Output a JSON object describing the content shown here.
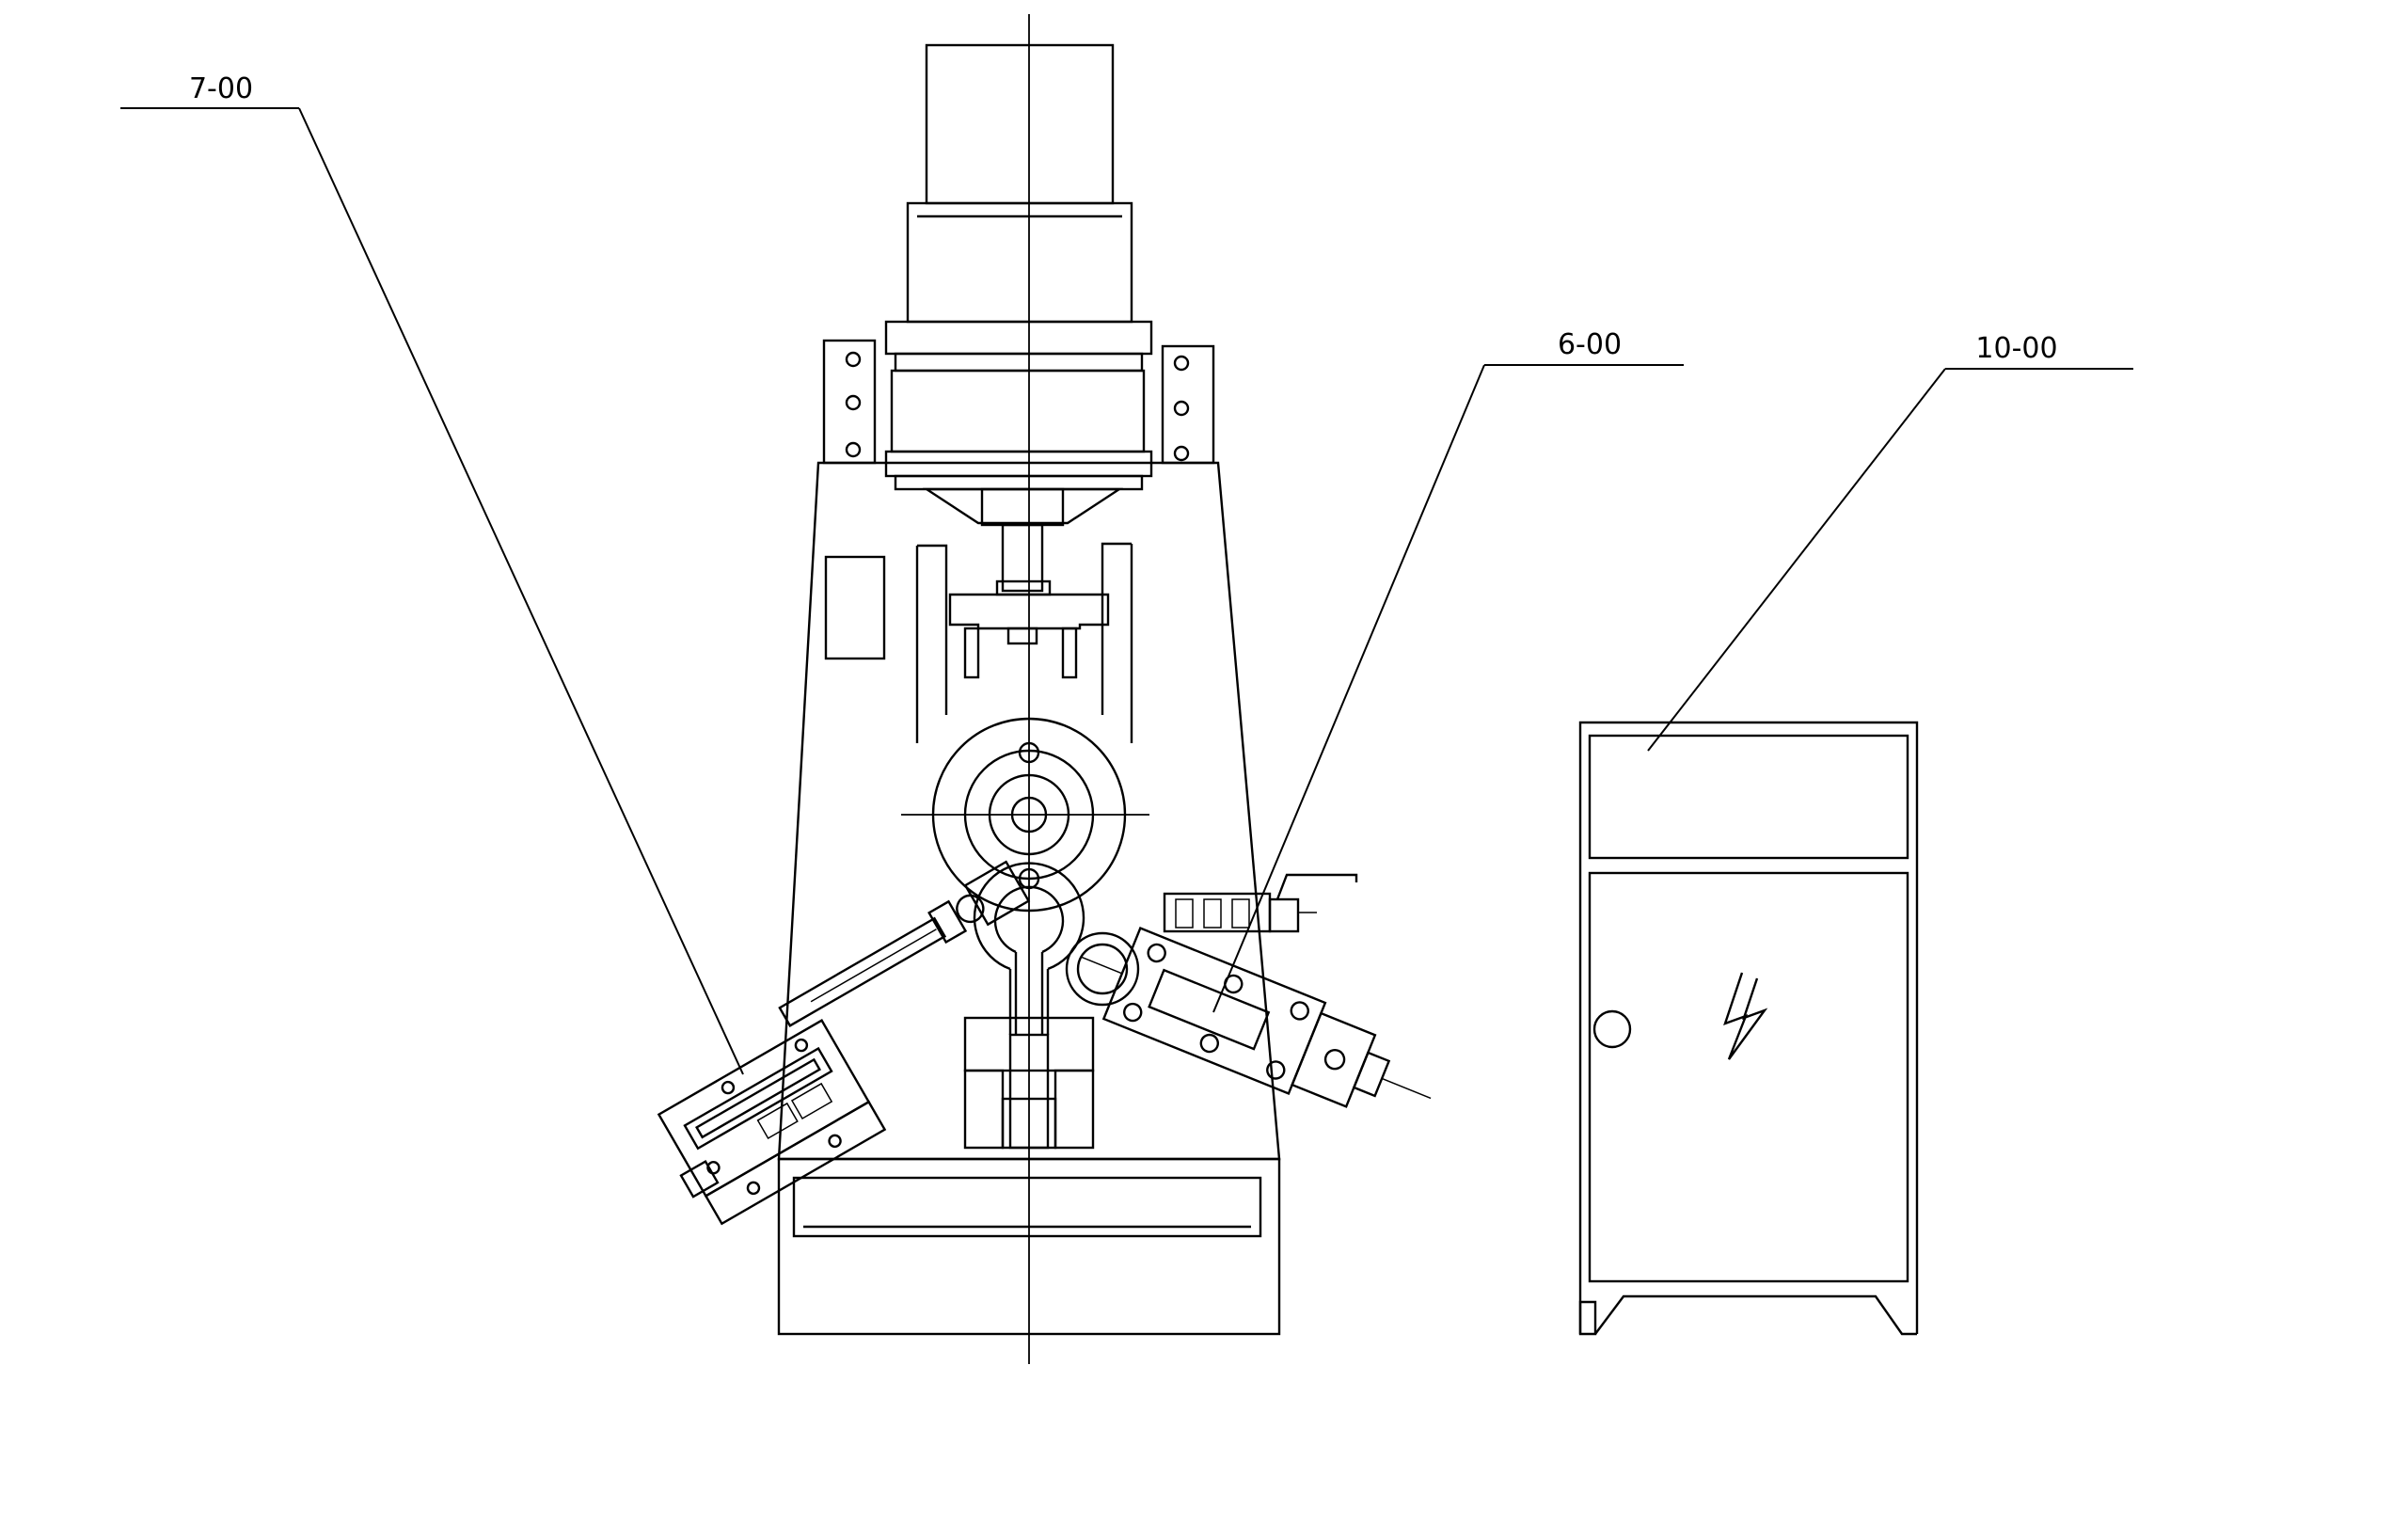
{
  "callouts": {
    "part_7": "7-00",
    "part_6": "6-00",
    "part_10": "10-00"
  },
  "colors": {
    "ink": "#000000",
    "paper": "#ffffff"
  },
  "icons": {
    "cabinet_symbol": "lightning-bolt-icon"
  }
}
